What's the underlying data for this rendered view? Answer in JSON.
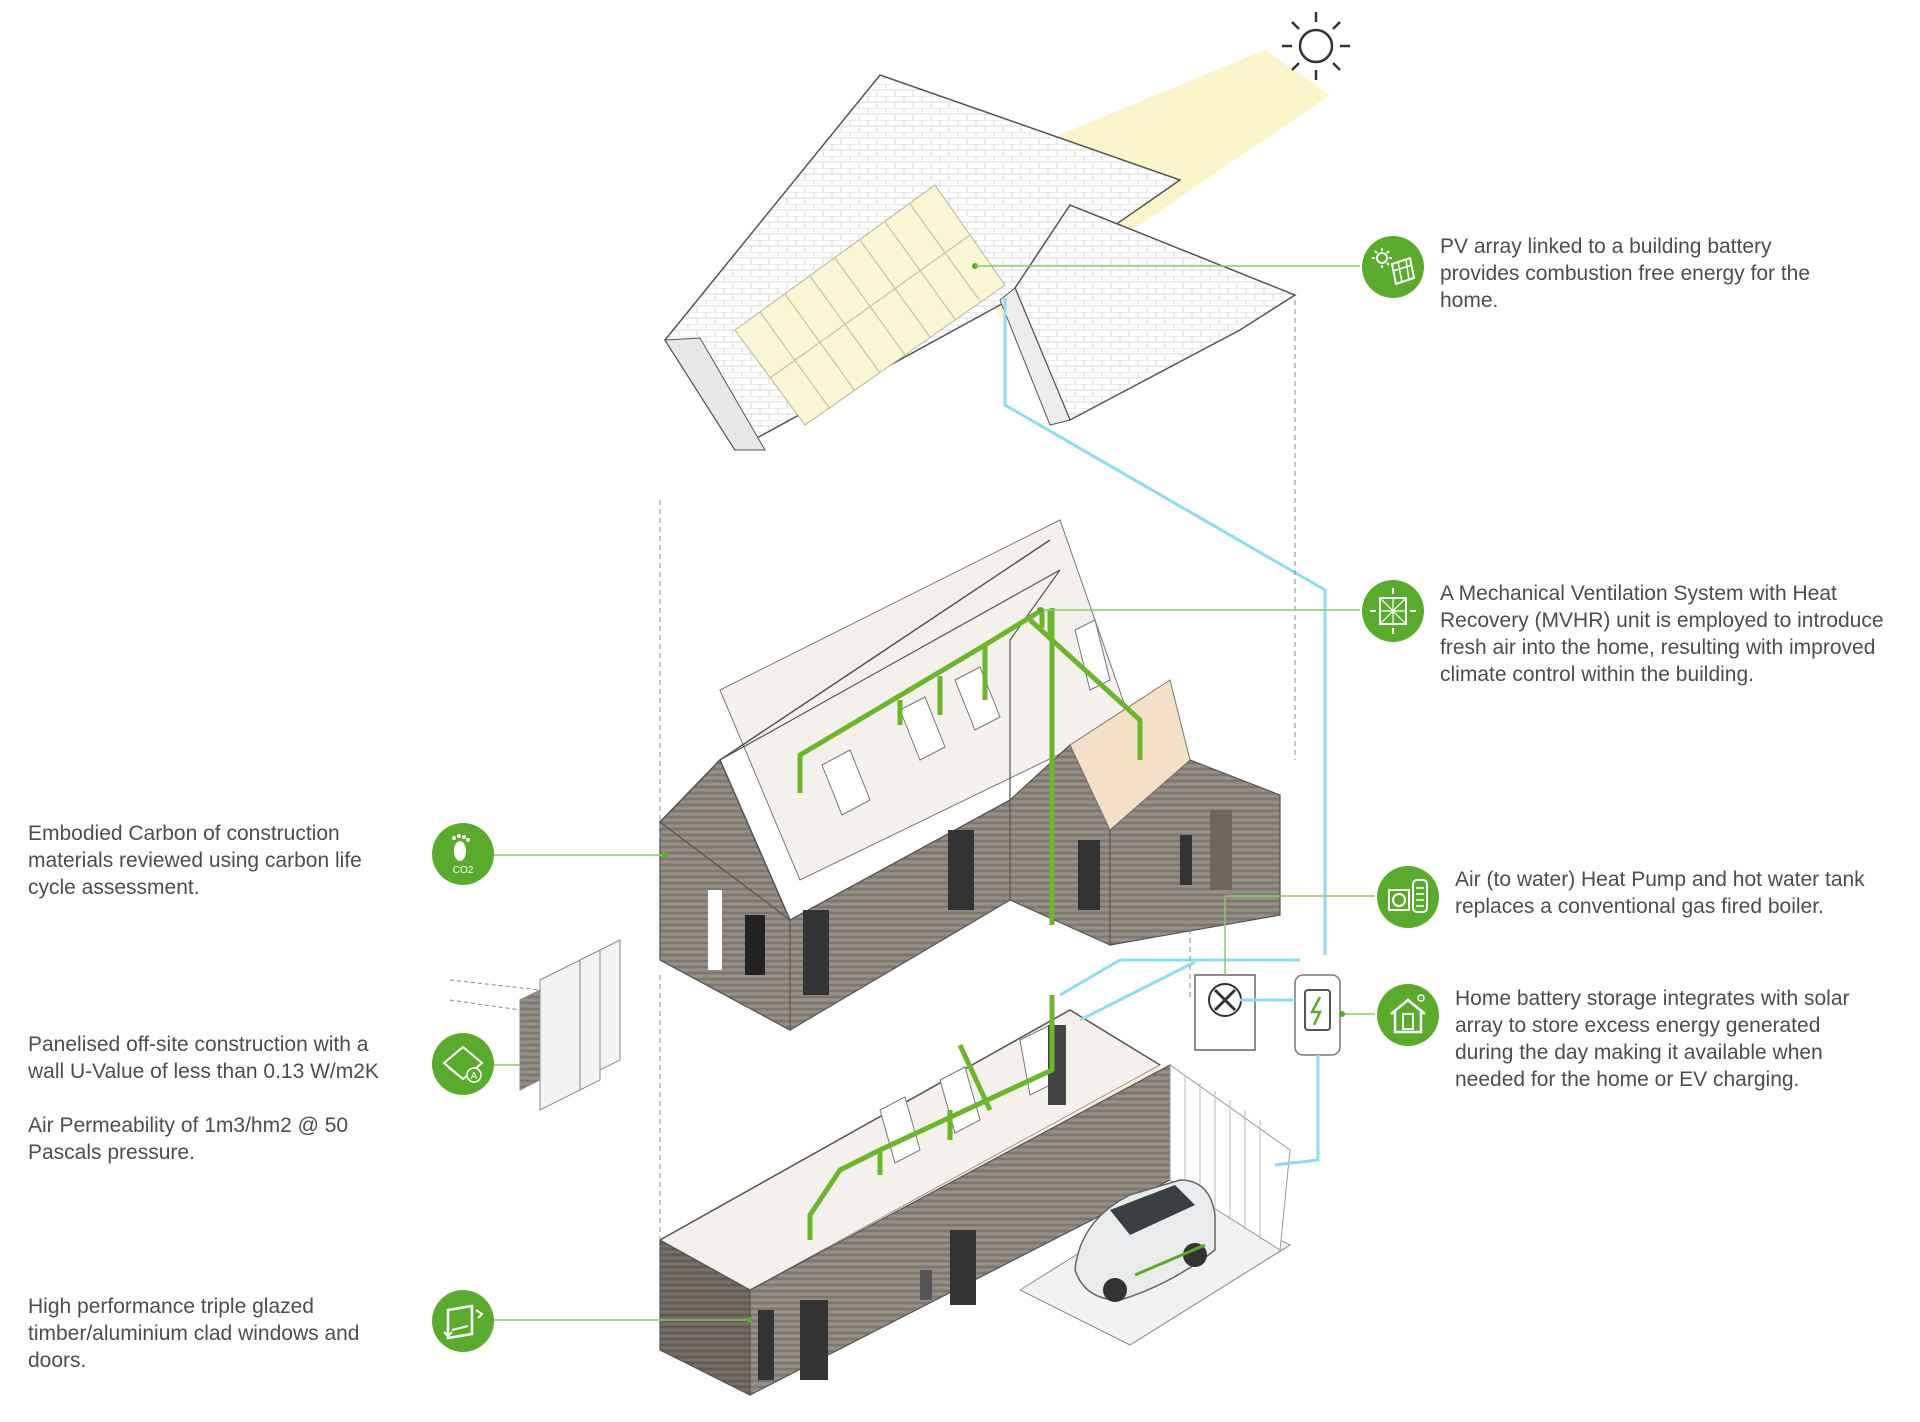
{
  "annotations": {
    "pv": {
      "text": "PV array linked to a building battery\nprovides combustion free energy for the\nhome.",
      "icon": "solar-panel-icon"
    },
    "mvhr": {
      "text": "A Mechanical Ventilation System with Heat\nRecovery (MVHR) unit is employed to introduce\nfresh air into the home, resulting with improved\nclimate control within the building.",
      "icon": "ventilation-icon"
    },
    "heat_pump": {
      "text": "Air (to water) Heat Pump and hot water tank\nreplaces a conventional gas fired boiler.",
      "icon": "heat-pump-icon"
    },
    "battery": {
      "text": "Home battery storage integrates with solar\narray to store excess energy generated\nduring the day making it available when\nneeded for the home or EV charging.",
      "icon": "home-battery-icon"
    },
    "carbon": {
      "text": "Embodied Carbon of construction\nmaterials reviewed using carbon life\ncycle assessment.",
      "icon": "carbon-footprint-icon",
      "icon_text": "CO2"
    },
    "panel": {
      "text": "Panelised off-site construction with a\nwall U-Value of less than 0.13 W/m2K",
      "text2": "Air Permeability of 1m3/hm2 @ 50\nPascals pressure.",
      "icon": "wall-panel-icon",
      "icon_text": "A"
    },
    "windows": {
      "text": "High performance triple glazed\ntimber/aluminium clad windows and\ndoors.",
      "icon": "window-icon"
    }
  },
  "colors": {
    "badge_green": "#5aab2d",
    "duct_green": "#6cb52d",
    "leader_green": "#8cc96a",
    "electric_blue": "#8fdcec",
    "pv_panel": "#fbf6d3",
    "sun_beam": "#fcf4c5",
    "cladding": "#8a8279",
    "floor": "#f3e0c6"
  }
}
